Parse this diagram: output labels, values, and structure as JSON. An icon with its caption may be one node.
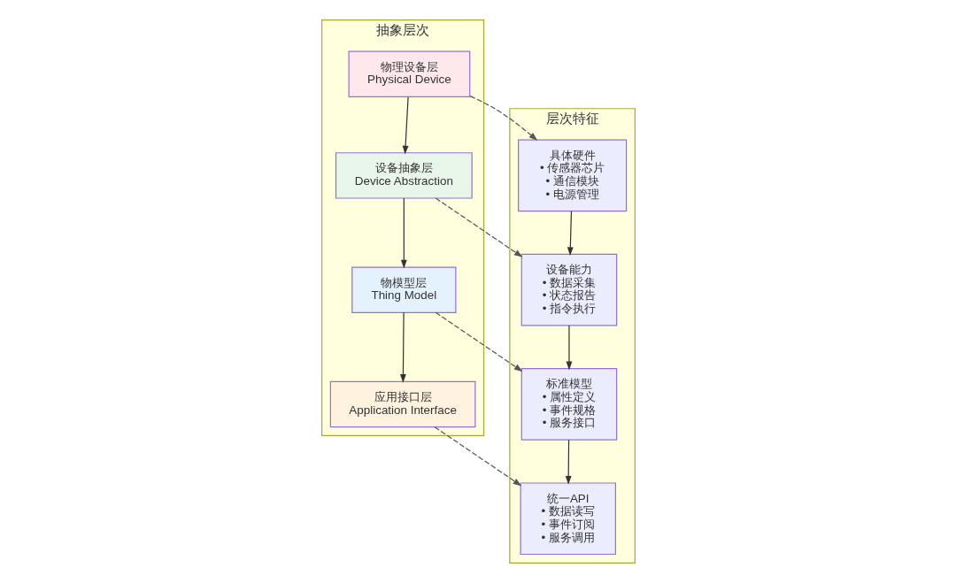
{
  "diagram": {
    "nodes": [
      {
        "text": [
          "层次特征"
        ]
      },
      {
        "text": [
          "具体硬件",
          "• 传感器芯片",
          "• 通信模块",
          "• 电源管理"
        ],
        "in": 0
      },
      {
        "text": [
          "设备能力",
          "• 数据采集",
          "• 状态报告",
          "• 指令执行"
        ],
        "in": 0
      },
      {
        "text": [
          "标准模型",
          "• 属性定义",
          "• 事件规格",
          "• 服务接口"
        ],
        "in": 0
      },
      {
        "text": [
          "统一API",
          "• 数据读写",
          "• 事件订阅",
          "• 服务调用"
        ],
        "in": 0
      },
      {
        "text": [
          "抽象层次"
        ]
      },
      {
        "text": [
          "物理设备层",
          "Physical Device"
        ],
        "in": 5
      },
      {
        "text": [
          "设备抽象层",
          "Device Abstraction"
        ],
        "in": 5
      },
      {
        "text": [
          "物模型层",
          "Thing Model"
        ],
        "in": 5
      },
      {
        "text": [
          "应用接口层",
          "Application Interface"
        ],
        "in": 5
      }
    ],
    "edges": [
      {
        "from": 1,
        "to": 2,
        "arrow": "to"
      },
      {
        "from": 2,
        "to": 3,
        "arrow": "to"
      },
      {
        "from": 3,
        "to": 4,
        "arrow": "to"
      },
      {
        "from": 6,
        "to": 7,
        "arrow": "to"
      },
      {
        "from": 7,
        "to": 8,
        "arrow": "to"
      },
      {
        "from": 8,
        "to": 9,
        "arrow": "to"
      },
      {
        "from": 6,
        "to": 1,
        "arrow": "to",
        "style": "dashed"
      },
      {
        "from": 7,
        "to": 2,
        "arrow": "to",
        "style": "dashed"
      },
      {
        "from": 8,
        "to": 3,
        "arrow": "to",
        "style": "dashed"
      },
      {
        "from": 9,
        "to": 4,
        "arrow": "to",
        "style": "dashed"
      }
    ]
  }
}
